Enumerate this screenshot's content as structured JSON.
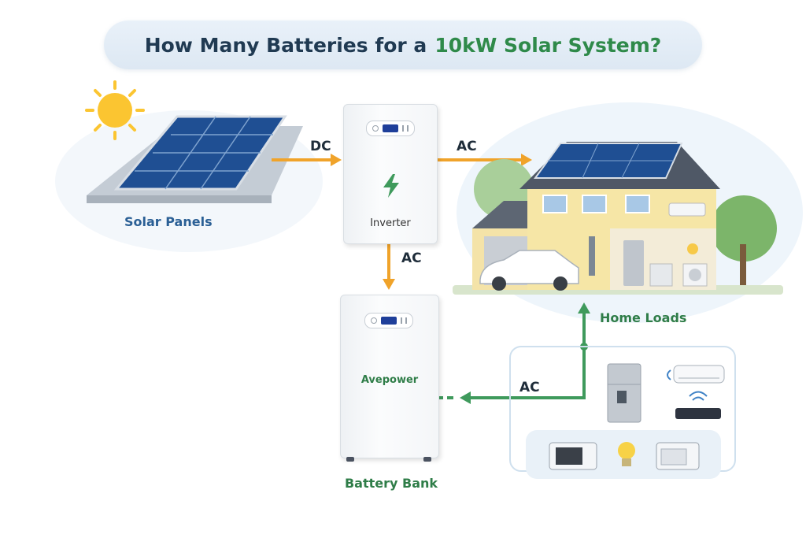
{
  "title": {
    "prefix": "How Many Batteries for a",
    "highlight": "10kW Solar System?"
  },
  "nodes": {
    "solar_panels": "Solar Panels",
    "inverter": "Inverter",
    "battery_brand": "Avepower",
    "battery_bank": "Battery Bank",
    "home_loads": "Home Loads"
  },
  "flows": {
    "panels_to_inverter": "DC",
    "inverter_to_house": "AC",
    "inverter_to_battery": "AC",
    "loads_to_battery": "AC"
  },
  "colors": {
    "orange_flow": "#f0a32a",
    "green_flow": "#3f9a5c",
    "title_accent": "#2f8a4a"
  }
}
